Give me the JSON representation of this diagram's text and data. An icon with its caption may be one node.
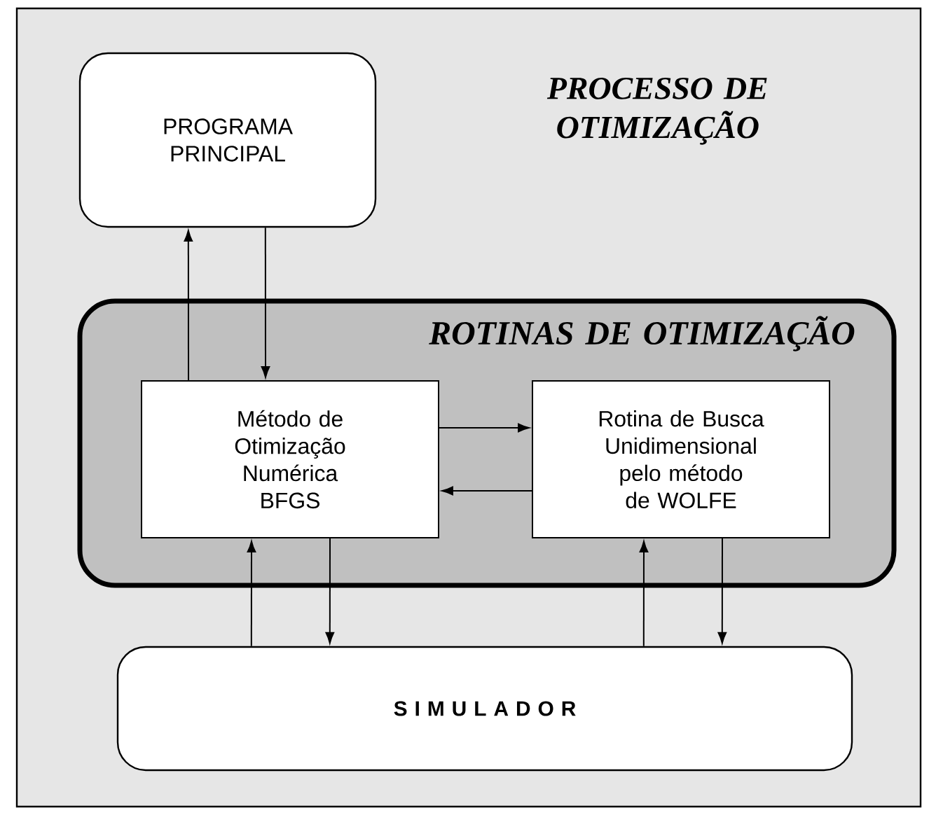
{
  "diagram": {
    "nodes": [
      {
        "text": [
          "PROCESSO DE OTIMIZAÇÃO"
        ]
      },
      {
        "text": [
          "PROGRAMA PRINCIPAL"
        ],
        "in": 0
      },
      {
        "text": [
          "ROTINAS DE OTIMIZAÇÃO"
        ],
        "in": 0
      },
      {
        "text": [
          "Método de Otimização Numérica BFGS"
        ],
        "in": 2
      },
      {
        "text": [
          "Rotina de Busca Unidimensional pelo método de WOLFE"
        ],
        "in": 2
      },
      {
        "text": [
          "S I M U L A D O R"
        ],
        "in": 0
      }
    ],
    "edges": [
      {
        "from": 3,
        "to": 1,
        "arrow": "to"
      },
      {
        "from": 1,
        "to": 3,
        "arrow": "to"
      },
      {
        "from": 3,
        "to": 4,
        "arrow": "to"
      },
      {
        "from": 4,
        "to": 3,
        "arrow": "to"
      },
      {
        "from": 5,
        "to": 3,
        "arrow": "to"
      },
      {
        "from": 3,
        "to": 5,
        "arrow": "to"
      },
      {
        "from": 5,
        "to": 4,
        "arrow": "to"
      },
      {
        "from": 4,
        "to": 5,
        "arrow": "to"
      }
    ]
  }
}
